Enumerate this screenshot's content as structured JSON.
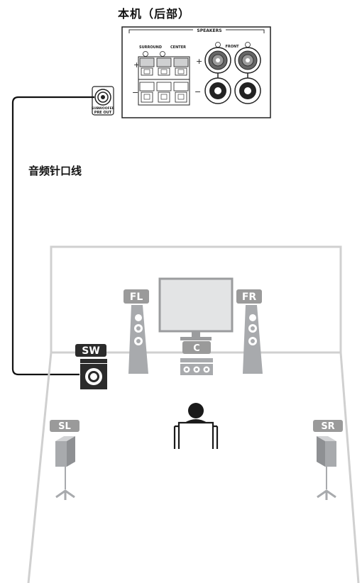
{
  "header": {
    "title": "本机（后部）"
  },
  "receiver_panel": {
    "group_label": "SPEAKERS",
    "surround_label": "SURROUND",
    "center_label": "CENTER",
    "front_label": "FRONT",
    "plus": "+",
    "minus": "−",
    "subwoofer_out_line1": "SUBWOOFER",
    "subwoofer_out_line2": "PRE OUT"
  },
  "cable": {
    "label": "音频针口线"
  },
  "room": {
    "speakers": {
      "fl": "FL",
      "fr": "FR",
      "c": "C",
      "sw": "SW",
      "sl": "SL",
      "sr": "SR"
    }
  },
  "colors": {
    "speaker_gray": "#a8aaad",
    "label_gray": "#9a9a9a",
    "sw_label": "#2b2b2b",
    "room_lines": "#cfcfcf",
    "cable": "#111111"
  }
}
